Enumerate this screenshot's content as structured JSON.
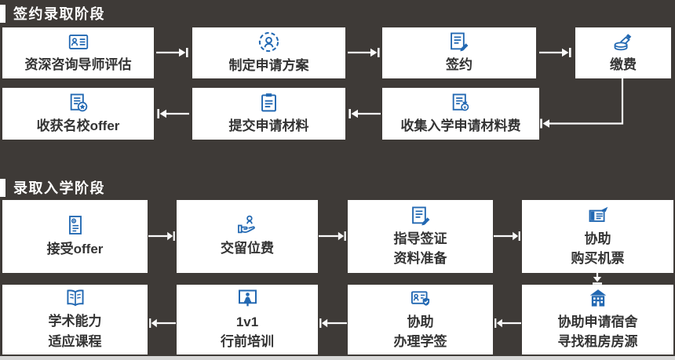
{
  "palette": {
    "bg": "#3E3A37",
    "box_bg": "#FFFFFF",
    "label": "#333333",
    "header_text": "#FFFFFF",
    "icon": "#2268B2",
    "arrow": "#FAFAFA",
    "strip": "#D6D6D6"
  },
  "sections": [
    {
      "title": "签约录取阶段",
      "rows": [
        {
          "direction": "right",
          "boxes": [
            {
              "label": "资深咨询导师评估",
              "icon": "id-card-icon"
            },
            {
              "label": "制定申请方案",
              "icon": "person-circle-icon"
            },
            {
              "label": "签约",
              "icon": "document-pen-icon"
            },
            {
              "label": "缴费",
              "icon": "payment-hand-icon"
            }
          ]
        },
        {
          "direction": "left",
          "boxes": [
            {
              "label": "收获名校offer",
              "icon": "document-star-icon"
            },
            {
              "label": "提交申请材料",
              "icon": "clipboard-icon"
            },
            {
              "label": "收集入学申请材料费",
              "icon": "document-money-icon"
            }
          ]
        }
      ]
    },
    {
      "title": "录取入学阶段",
      "rows": [
        {
          "direction": "right",
          "boxes": [
            {
              "label": "接受offer",
              "icon": "offer-document-icon"
            },
            {
              "label": "交留位费",
              "icon": "hand-person-icon"
            },
            {
              "label": "指导签证\n资料准备",
              "icon": "document-pen-icon"
            },
            {
              "label": "协助\n购买机票",
              "icon": "ticket-plane-icon"
            }
          ]
        },
        {
          "direction": "left",
          "boxes": [
            {
              "label": "学术能力\n适应课程",
              "icon": "open-book-icon"
            },
            {
              "label": "1v1\n行前培训",
              "icon": "presentation-icon"
            },
            {
              "label": "协助\n办理学签",
              "icon": "visa-check-icon"
            },
            {
              "label": "协助申请宿舍\n寻找租房房源",
              "icon": "dormitory-building-icon"
            }
          ]
        }
      ]
    }
  ]
}
